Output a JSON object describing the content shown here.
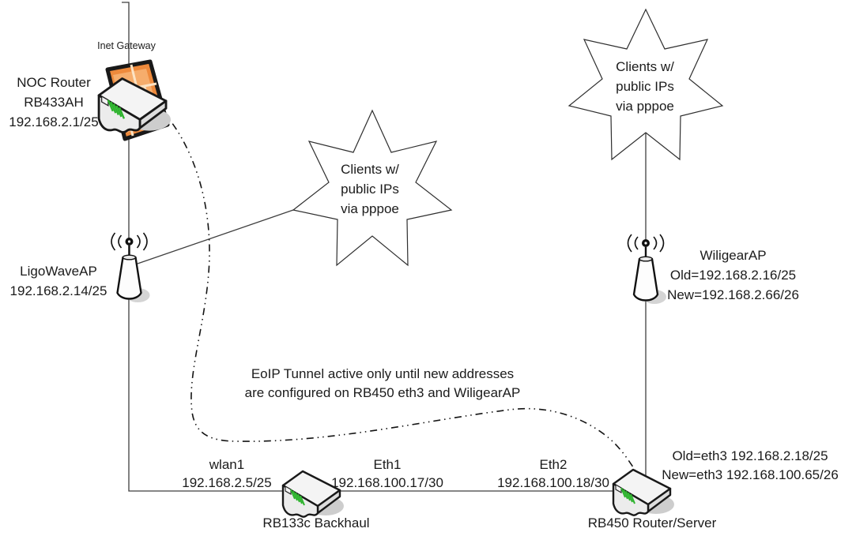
{
  "labels": {
    "inet_gateway": "Inet Gateway",
    "noc_router": [
      "NOC Router",
      "RB433AH",
      "192.168.2.1/25"
    ],
    "ligowave_ap": [
      "LigoWaveAP",
      "192.168.2.14/25"
    ],
    "clients_center": [
      "Clients w/",
      "public IPs",
      "via pppoe"
    ],
    "clients_right": [
      "Clients w/",
      "public IPs",
      "via pppoe"
    ],
    "wiligear_ap": [
      "WiligearAP",
      "Old=192.168.2.16/25",
      "New=192.168.2.66/26"
    ],
    "eoip_note": [
      "EoIP Tunnel active only until new addresses",
      "are configured on RB450 eth3 and WiligearAP"
    ],
    "wlan1": [
      "wlan1",
      "192.168.2.5/25"
    ],
    "eth1": [
      "Eth1",
      "192.168.100.17/30"
    ],
    "eth2": [
      "Eth2",
      "192.168.100.18/30"
    ],
    "rb450_eth3": [
      "Old=eth3 192.168.2.18/25",
      "New=eth3 192.168.100.65/26"
    ],
    "rb133c": "RB133c Backhaul",
    "rb450": "RB450 Router/Server"
  },
  "icons": {
    "noc_gateway": "firewall-router-icon",
    "ligowave_ap": "antenna-icon",
    "wiligear_ap": "antenna-icon",
    "rb133c": "router-box-icon",
    "rb450": "router-box-icon",
    "clients": "star-burst-shape"
  },
  "colors": {
    "wall_front": "#ee8a3c",
    "wall_light": "#f6ad6c",
    "mortar": "#fce3c4",
    "led_green": "#2db32d",
    "device_top": "#f4f4f4",
    "device_front": "#ececec",
    "device_side": "#dddddd",
    "shadow_grey": "#cdcdcd",
    "line": "#3f3f3f",
    "tunnel": "#141414",
    "text": "#1b1b1b"
  }
}
